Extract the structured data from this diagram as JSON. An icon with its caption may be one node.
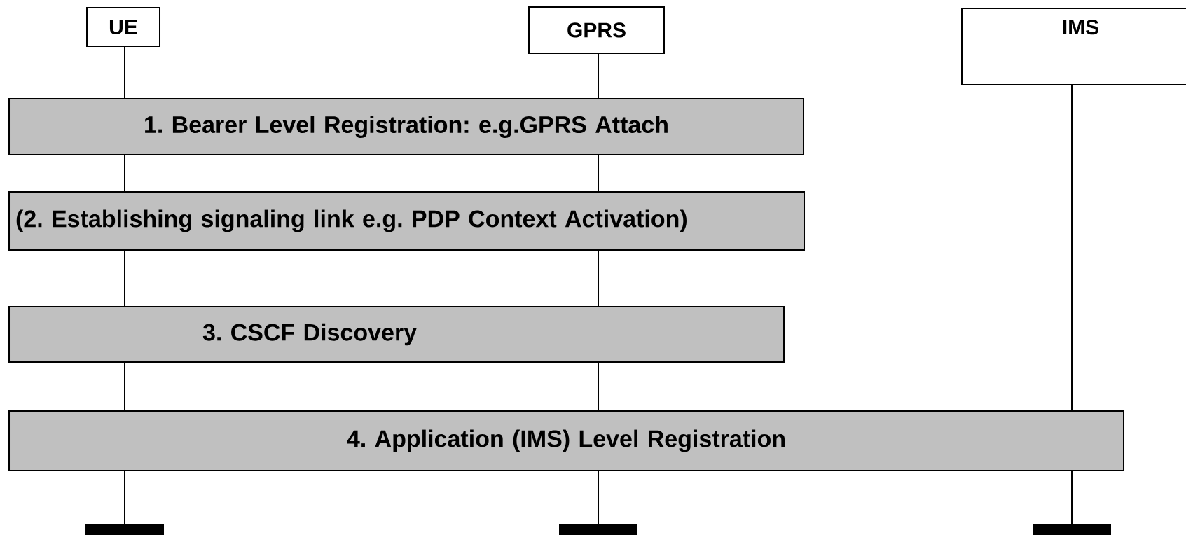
{
  "diagram": {
    "nodes": [
      {
        "text": [
          "UE"
        ]
      },
      {
        "text": [
          "GPRS"
        ]
      },
      {
        "text": [
          "IMS"
        ]
      },
      {
        "text": [
          "1. Bearer Level Registration: e.g.GPRS Attach"
        ]
      },
      {
        "text": [
          "(2. Establishing signaling link e.g. PDP Context Activation)"
        ]
      },
      {
        "text": [
          "3. CSCF Discovery"
        ]
      },
      {
        "text": [
          "4. Application (IMS) Level Registration"
        ]
      }
    ]
  }
}
